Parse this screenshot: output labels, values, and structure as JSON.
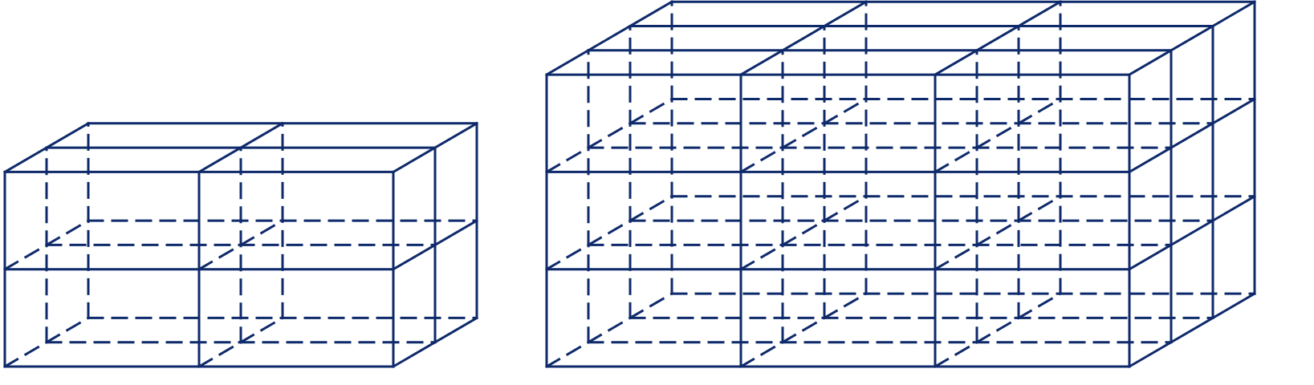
{
  "diagram": {
    "line_color": "#0f2a6b",
    "boxes": [
      {
        "name": "small-cube-grid",
        "cubes_wide": 2,
        "cubes_tall": 2,
        "cubes_deep": 2
      },
      {
        "name": "large-cube-grid",
        "cubes_wide": 3,
        "cubes_tall": 3,
        "cubes_deep": 3
      }
    ]
  }
}
